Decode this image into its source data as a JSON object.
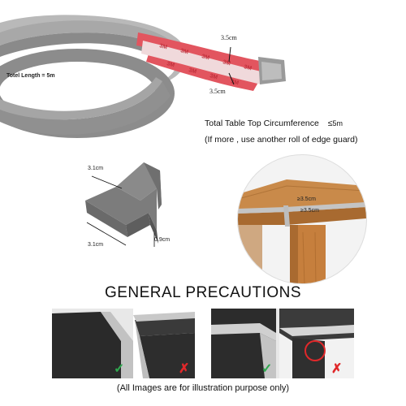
{
  "roll": {
    "length_label": "Totel Length = 5m",
    "height_label": "3.5cm",
    "width_label": "3.5cm"
  },
  "info": {
    "line1_text": "Total Table Top Circumference",
    "line1_symbol": "≤",
    "line1_value": "5m",
    "line2": "(If more , use another roll of edge guard)"
  },
  "corner_piece": {
    "top_label": "3.1cm",
    "bottom_label": "3.1cm",
    "thickness_label": "0.9cm"
  },
  "table_photo": {
    "label1": "≥3.5cm",
    "label2": "≥3.5cm"
  },
  "precautions": {
    "heading": "GENERAL PRECAUTIONS",
    "left_correct": "✓",
    "left_wrong": "✗",
    "right_correct": "✓",
    "right_wrong": "✗"
  },
  "footer": "(All Images are for illustration purpose only)",
  "colors": {
    "guard_gray": "#8e8e8e",
    "tape_red": "#e2555f",
    "check_green": "#2fa84f",
    "cross_red": "#e0282a",
    "wood": "#c98a4a"
  }
}
